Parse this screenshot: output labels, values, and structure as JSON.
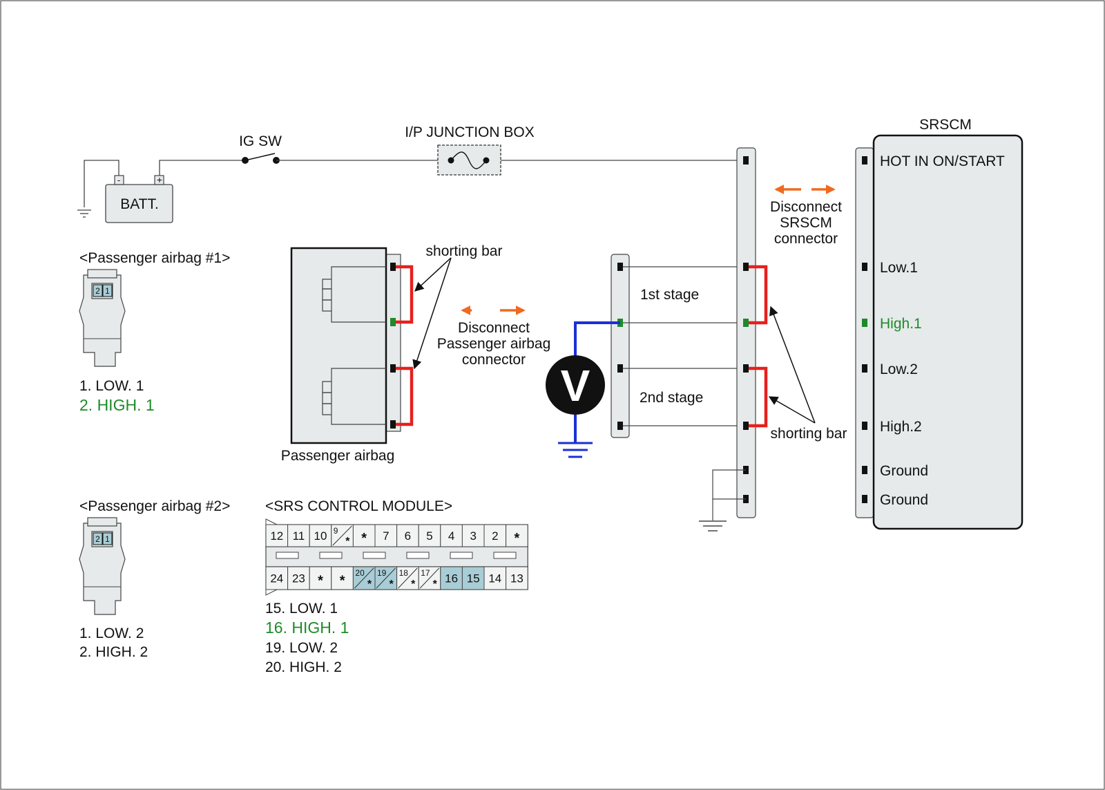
{
  "colors": {
    "panel_fill": "#e6eaea",
    "shorting_bar": "#e8201c",
    "orange_arrow": "#ef6a1f",
    "highlight_text": "#1f8a2a",
    "probe_wire": "#1b2fd6",
    "pin_highlight": "#a9cdd6"
  },
  "icons": [
    "battery-icon",
    "ground-icon",
    "switch-icon",
    "fuse-icon",
    "voltmeter-icon"
  ],
  "circuit": {
    "battery_label": "BATT.",
    "battery_minus": "-",
    "battery_plus": "+",
    "ig_switch_label": "IG SW",
    "junction_box_label": "I/P JUNCTION BOX",
    "voltmeter_label": "V"
  },
  "passenger_airbag": {
    "label": "Passenger airbag",
    "shorting_bar_label": "shorting bar",
    "disconnect_label_1": "Disconnect",
    "disconnect_label_2": "Passenger airbag",
    "disconnect_label_3": "connector"
  },
  "middle_connector": {
    "stage1_label": "1st stage",
    "stage2_label": "2nd stage"
  },
  "srscm": {
    "title": "SRSCM",
    "disconnect_label_1": "Disconnect",
    "disconnect_label_2": "SRSCM",
    "disconnect_label_3": "connector",
    "shorting_bar_label": "shorting bar",
    "pins": [
      {
        "label": "HOT IN ON/START",
        "highlight": false
      },
      {
        "label": "Low.1",
        "highlight": false
      },
      {
        "label": "High.1",
        "highlight": true
      },
      {
        "label": "Low.2",
        "highlight": false
      },
      {
        "label": "High.2",
        "highlight": false
      },
      {
        "label": "Ground",
        "highlight": false
      },
      {
        "label": "Ground",
        "highlight": false
      }
    ]
  },
  "airbag1": {
    "title": "<Passenger airbag #1>",
    "pin_numbers": [
      "2",
      "1"
    ],
    "pins": [
      {
        "label": "1. LOW. 1",
        "highlight": false
      },
      {
        "label": "2. HIGH. 1",
        "highlight": true
      }
    ]
  },
  "airbag2": {
    "title": "<Passenger airbag #2>",
    "pin_numbers": [
      "2",
      "1"
    ],
    "pins": [
      {
        "label": "1. LOW. 2",
        "highlight": false
      },
      {
        "label": "2. HIGH. 2",
        "highlight": false
      }
    ]
  },
  "srs_module": {
    "title": "<SRS CONTROL MODULE>",
    "row_top": [
      {
        "num": "12",
        "star": false,
        "diag": false,
        "hl": false
      },
      {
        "num": "11",
        "star": false,
        "diag": false,
        "hl": false
      },
      {
        "num": "10",
        "star": false,
        "diag": false,
        "hl": false
      },
      {
        "num": "9",
        "star": true,
        "diag": true,
        "hl": false
      },
      {
        "num": "",
        "star": true,
        "diag": false,
        "hl": false
      },
      {
        "num": "7",
        "star": false,
        "diag": false,
        "hl": false
      },
      {
        "num": "6",
        "star": false,
        "diag": false,
        "hl": false
      },
      {
        "num": "5",
        "star": false,
        "diag": false,
        "hl": false
      },
      {
        "num": "4",
        "star": false,
        "diag": false,
        "hl": false
      },
      {
        "num": "3",
        "star": false,
        "diag": false,
        "hl": false
      },
      {
        "num": "2",
        "star": false,
        "diag": false,
        "hl": false
      },
      {
        "num": "",
        "star": true,
        "diag": false,
        "hl": false
      }
    ],
    "row_bottom": [
      {
        "num": "24",
        "star": false,
        "diag": false,
        "hl": false
      },
      {
        "num": "23",
        "star": false,
        "diag": false,
        "hl": false
      },
      {
        "num": "",
        "star": true,
        "diag": false,
        "hl": false
      },
      {
        "num": "",
        "star": true,
        "diag": false,
        "hl": false
      },
      {
        "num": "20",
        "star": true,
        "diag": true,
        "hl": true
      },
      {
        "num": "19",
        "star": true,
        "diag": true,
        "hl": true
      },
      {
        "num": "18",
        "star": true,
        "diag": true,
        "hl": false
      },
      {
        "num": "17",
        "star": true,
        "diag": true,
        "hl": false
      },
      {
        "num": "16",
        "star": false,
        "diag": false,
        "hl": true
      },
      {
        "num": "15",
        "star": false,
        "diag": false,
        "hl": true
      },
      {
        "num": "14",
        "star": false,
        "diag": false,
        "hl": false
      },
      {
        "num": "13",
        "star": false,
        "diag": false,
        "hl": false
      }
    ],
    "star_glyph": "*",
    "pins": [
      {
        "label": "15. LOW. 1",
        "highlight": false
      },
      {
        "label": "16. HIGH. 1",
        "highlight": true
      },
      {
        "label": "19. LOW. 2",
        "highlight": false
      },
      {
        "label": "20. HIGH. 2",
        "highlight": false
      }
    ]
  }
}
